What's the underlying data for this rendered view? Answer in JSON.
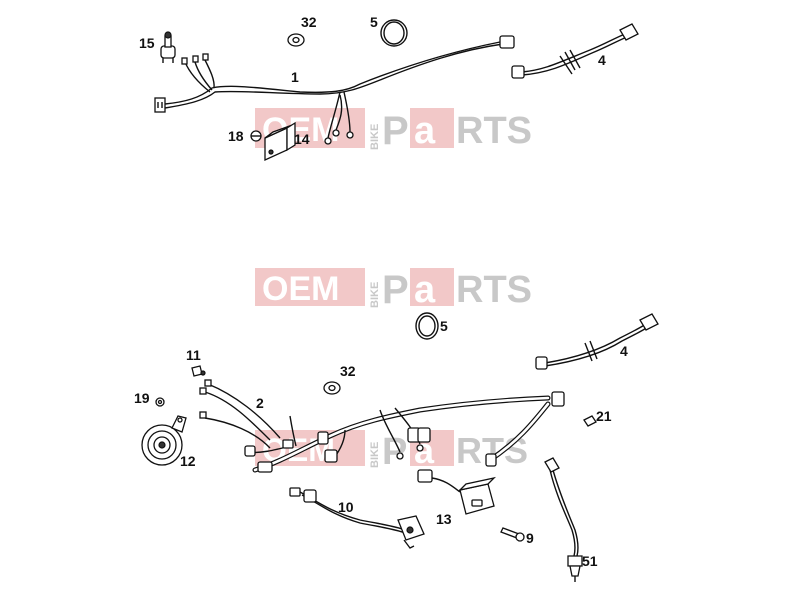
{
  "watermark": {
    "oem": "OEM",
    "bike": "BIKE",
    "parts_p": "P",
    "parts_a": "a",
    "parts_rts": "RTS"
  },
  "callouts": {
    "top": [
      "15",
      "32",
      "5",
      "1",
      "4",
      "18",
      "14"
    ],
    "bottom": [
      "5",
      "4",
      "11",
      "32",
      "2",
      "19",
      "21",
      "12",
      "10",
      "13",
      "9",
      "51"
    ]
  },
  "colors": {
    "watermark_red": "#e89a9a",
    "watermark_grey": "#c8c8c8",
    "line": "#111111"
  }
}
